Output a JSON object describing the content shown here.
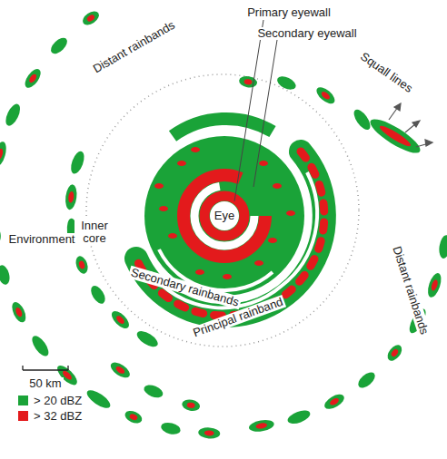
{
  "diagram": {
    "labels": [
      "Primary eyewall",
      "Secondary eyewall",
      "Distant rainbands",
      "Squall lines",
      "Eye",
      "Inner core",
      "Environment",
      "Secondary rainbands",
      "Principal rainband",
      "Distant rainbands",
      "50 km"
    ],
    "legend": [
      {
        "text": "> 20 dBZ",
        "color": "#1aa338"
      },
      {
        "text": "> 32 dBZ",
        "color": "#e31a1c"
      }
    ]
  }
}
